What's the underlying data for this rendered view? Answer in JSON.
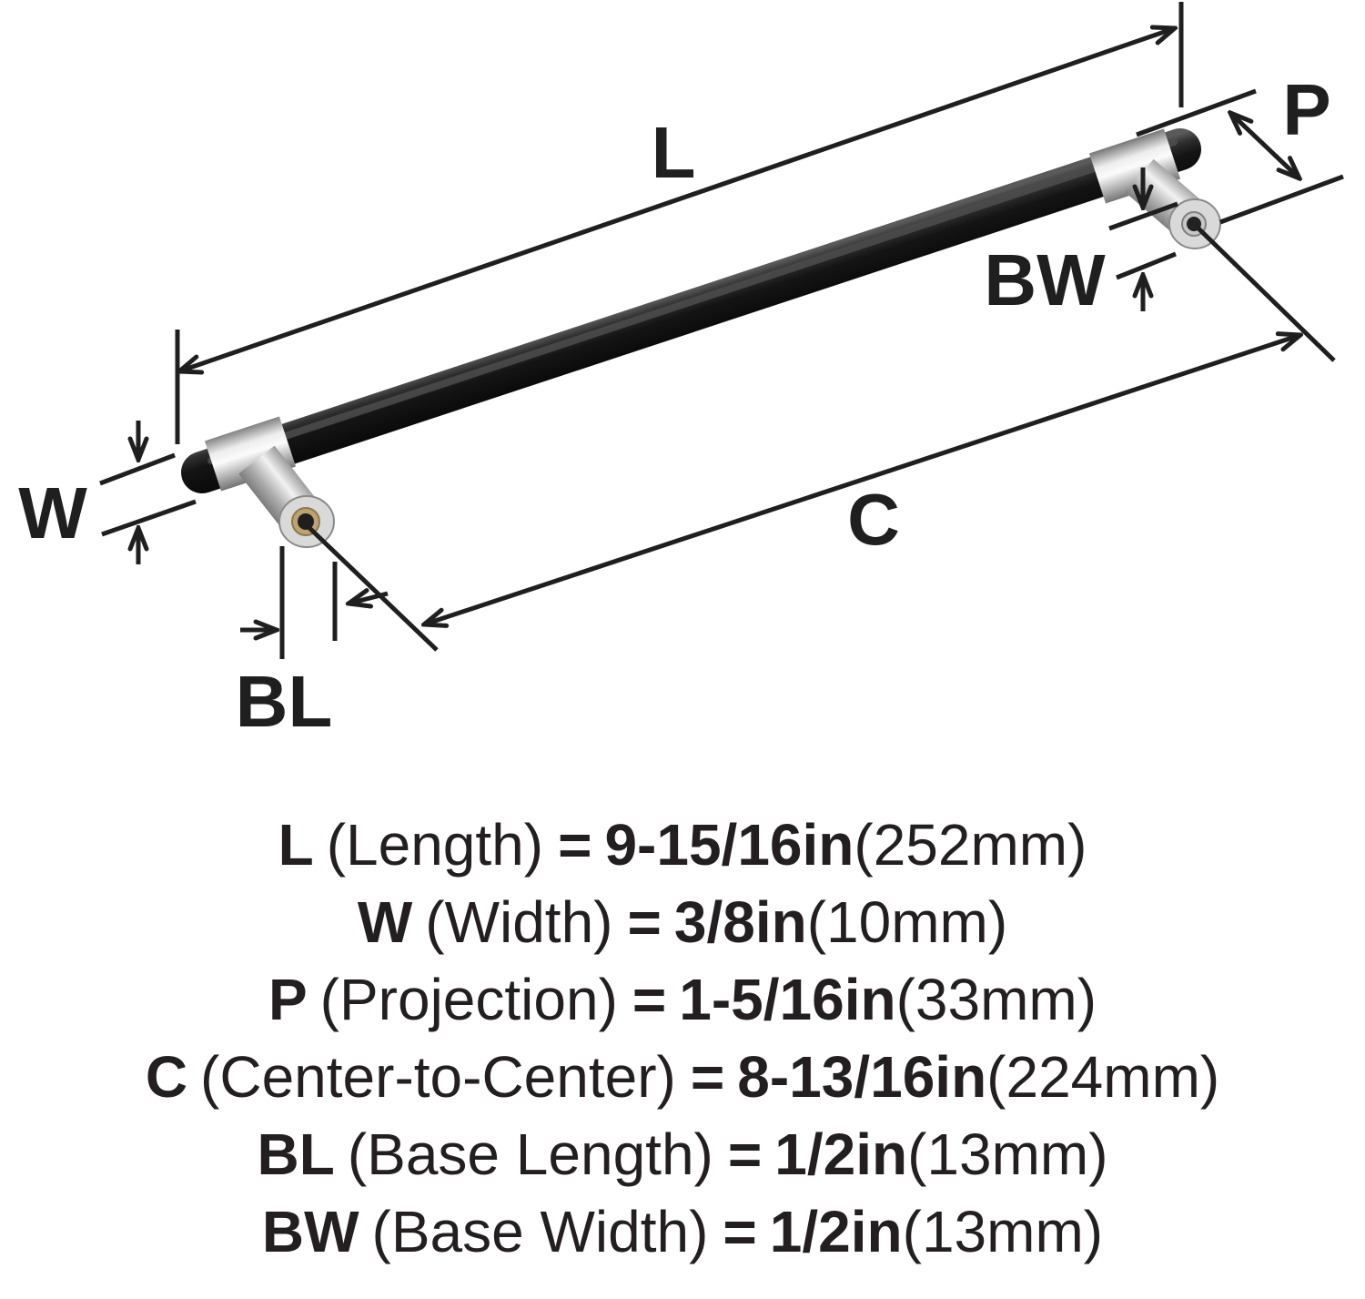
{
  "diagram": {
    "labels": {
      "length": "L",
      "width": "W",
      "projection": "P",
      "center_to_center": "C",
      "base_length": "BL",
      "base_width": "BW"
    },
    "colors": {
      "line": "#1f1f1f",
      "bar_black": "#161616",
      "metal_light": "#f2f2f2",
      "metal_dark": "#8a8a8a",
      "brass": "#bfa36f"
    }
  },
  "specs": {
    "lines": [
      {
        "symbol": "L",
        "name": "(Length)",
        "eq": "=",
        "value": "9-15/16in",
        "metric": "(252mm)"
      },
      {
        "symbol": "W",
        "name": "(Width)",
        "eq": "=",
        "value": "3/8in",
        "metric": "(10mm)"
      },
      {
        "symbol": "P",
        "name": "(Projection)",
        "eq": "=",
        "value": "1-5/16in",
        "metric": "(33mm)"
      },
      {
        "symbol": "C",
        "name": "(Center-to-Center)",
        "eq": "=",
        "value": "8-13/16in",
        "metric": "(224mm)"
      },
      {
        "symbol": "BL",
        "name": "(Base Length)",
        "eq": "=",
        "value": "1/2in",
        "metric": "(13mm)"
      },
      {
        "symbol": "BW",
        "name": "(Base Width)",
        "eq": "=",
        "value": "1/2in",
        "metric": "(13mm)"
      }
    ]
  }
}
